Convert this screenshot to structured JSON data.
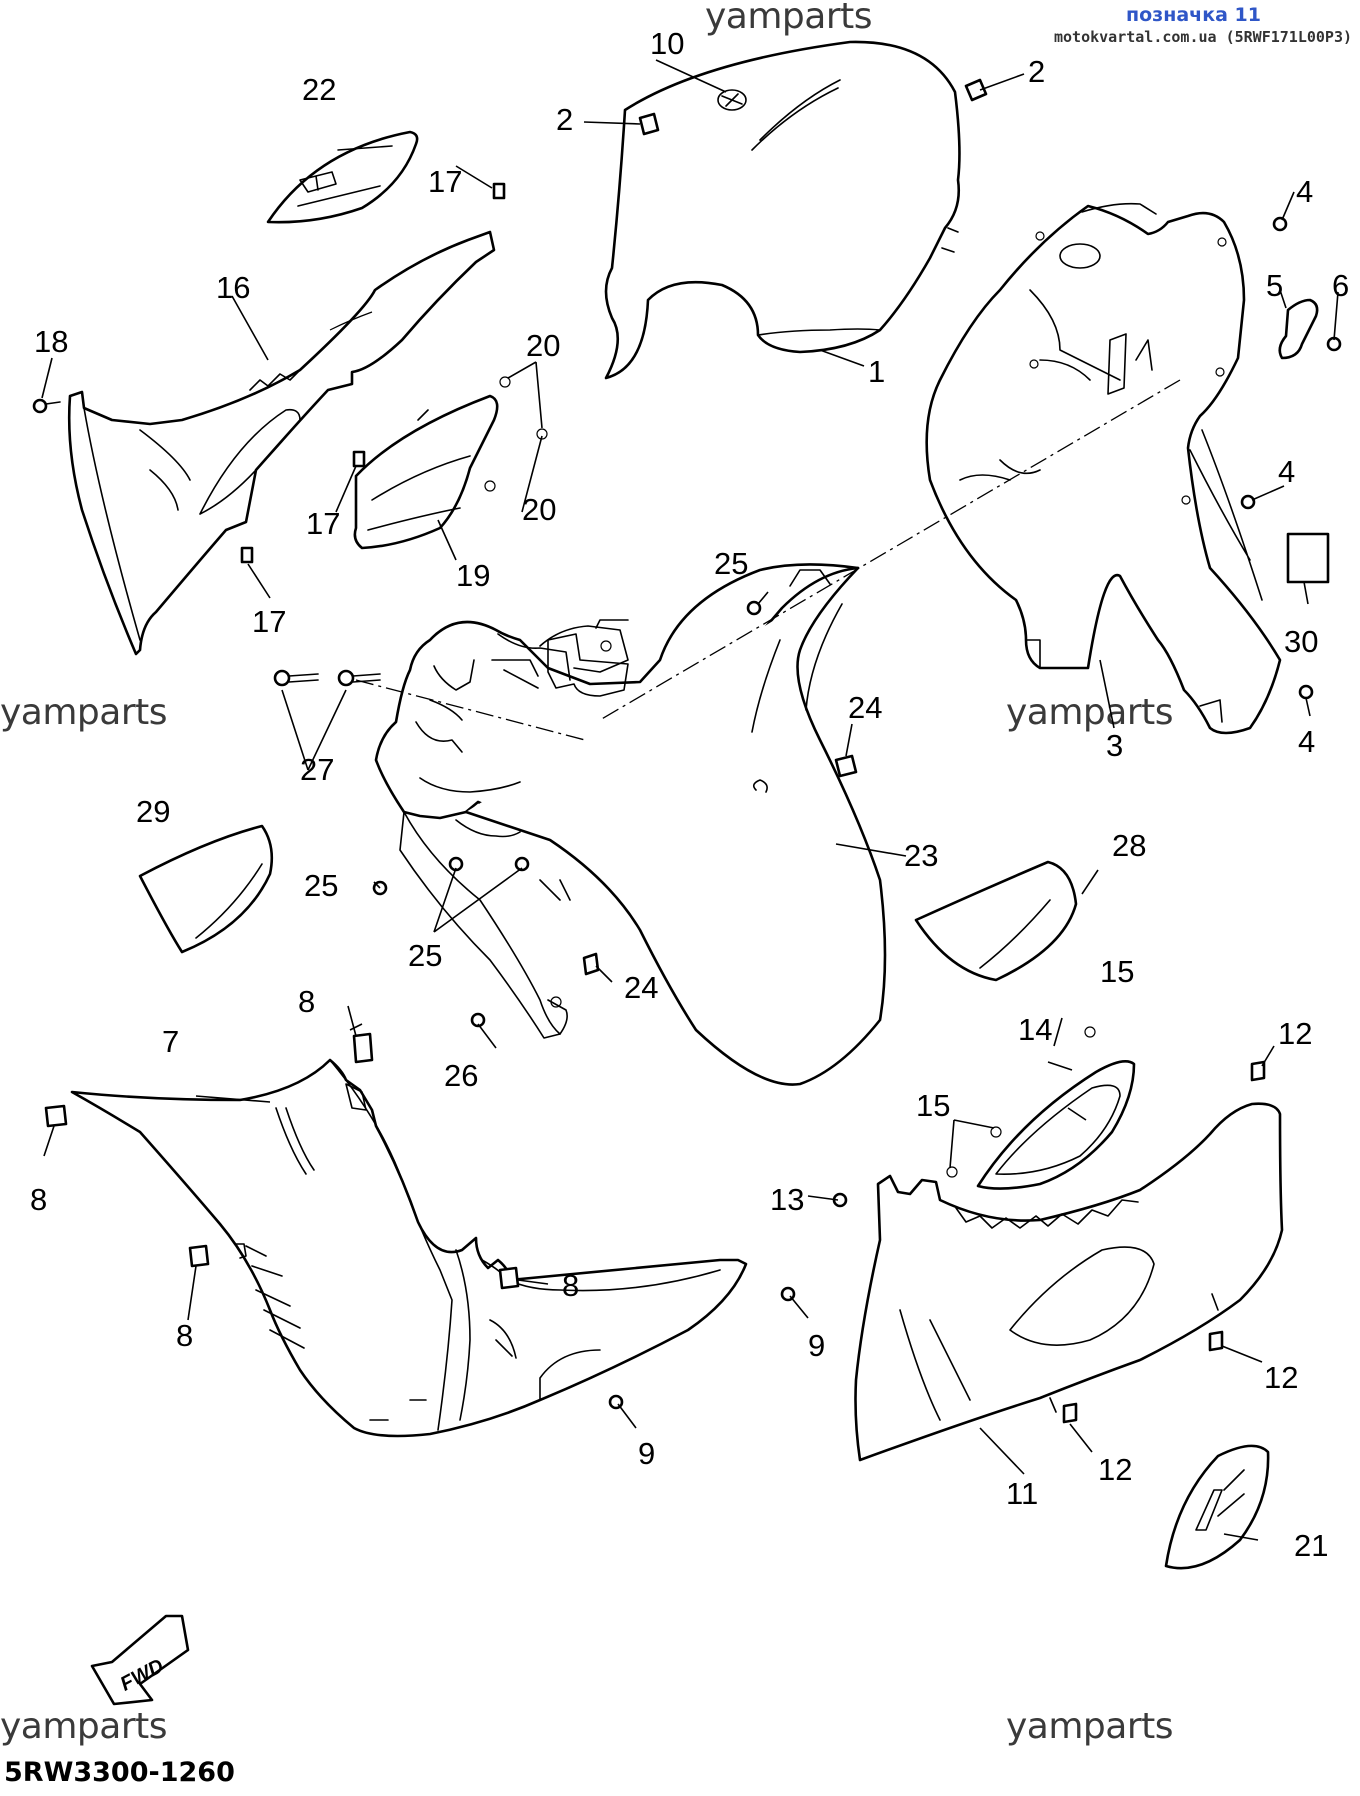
{
  "header": {
    "label": "позначка 11",
    "source": "motokvartal.com.ua (5RWF171L00P3)"
  },
  "watermark": "yamparts",
  "document_number": "5RW3300-1260",
  "fwd_arrow": {
    "text": "FWD"
  },
  "callouts": {
    "p1": "1",
    "p2a": "2",
    "p2b": "2",
    "p3": "3",
    "p4a": "4",
    "p4b": "4",
    "p4c": "4",
    "p5": "5",
    "p6": "6",
    "p7": "7",
    "p8a": "8",
    "p8b": "8",
    "p8c": "8",
    "p8d": "8",
    "p9a": "9",
    "p9b": "9",
    "p10": "10",
    "p11": "11",
    "p12a": "12",
    "p12b": "12",
    "p12c": "12",
    "p13": "13",
    "p14": "14",
    "p15a": "15",
    "p15b": "15",
    "p16": "16",
    "p17a": "17",
    "p17b": "17",
    "p17c": "17",
    "p18": "18",
    "p19": "19",
    "p20a": "20",
    "p20b": "20",
    "p21": "21",
    "p22": "22",
    "p23": "23",
    "p24a": "24",
    "p24b": "24",
    "p25a": "25",
    "p25b": "25",
    "p25c": "25",
    "p26": "26",
    "p27": "27",
    "p28": "28",
    "p29": "29",
    "p30": "30"
  }
}
